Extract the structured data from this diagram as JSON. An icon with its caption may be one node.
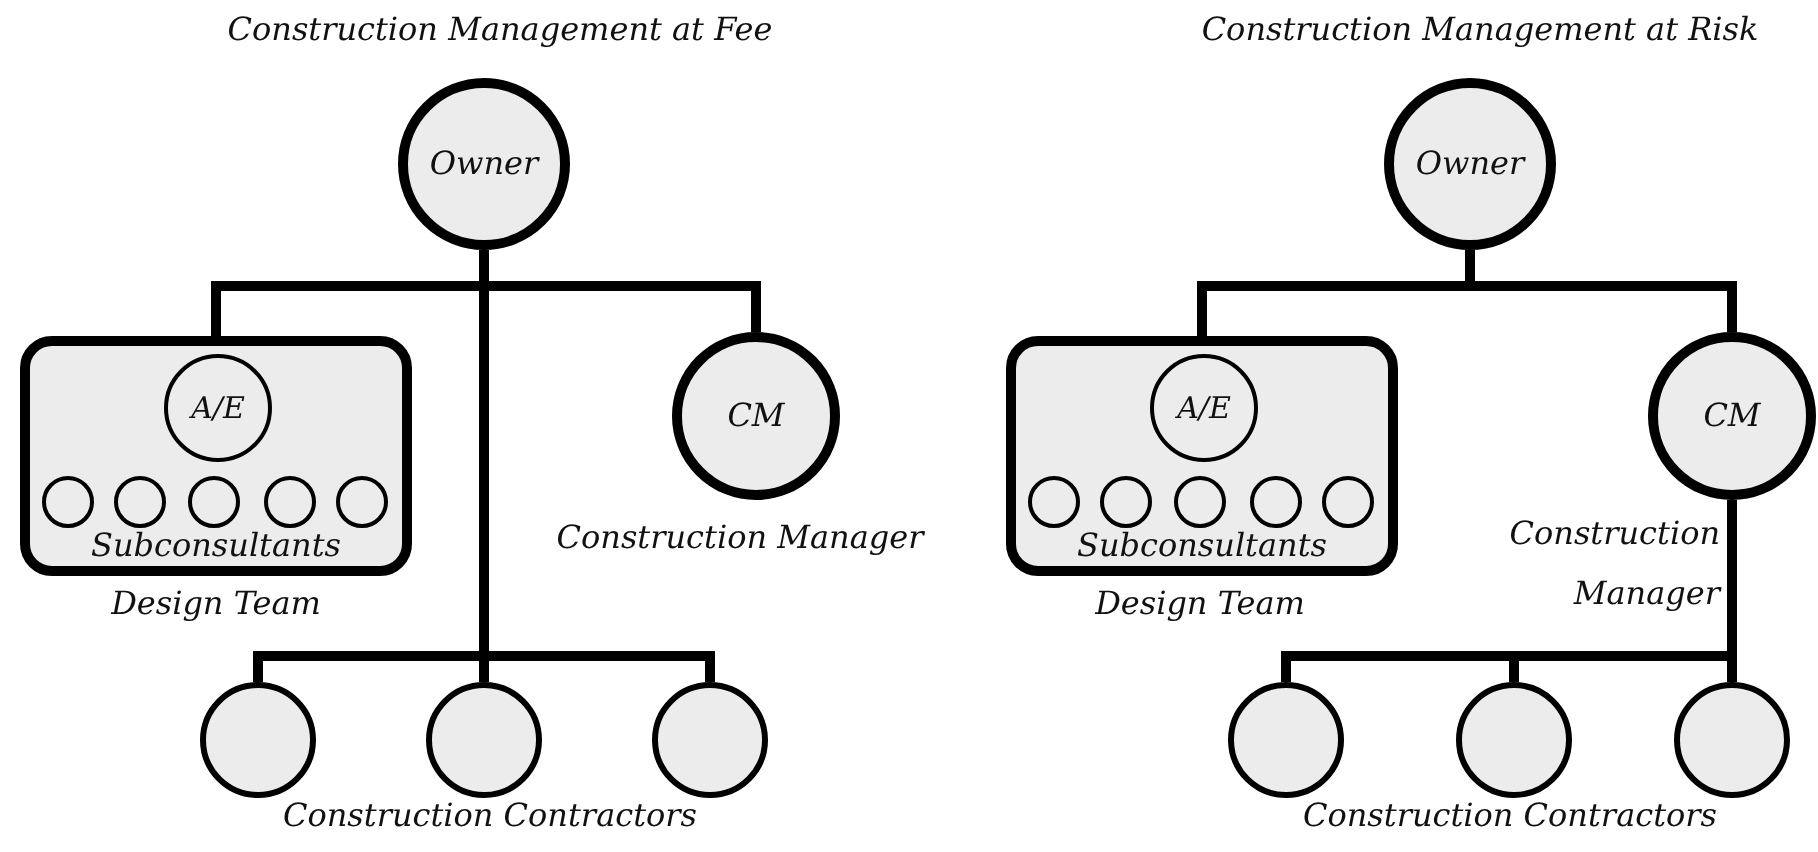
{
  "diagram": {
    "nodes": [
      {
        "text": [
          "Owner"
        ]
      },
      {
        "text": [
          "Subconsultants"
        ],
        "beside": [
          "Design Team"
        ]
      },
      {
        "text": [
          "A/E"
        ],
        "in": 1
      },
      {
        "text": [],
        "shape": "circle",
        "in": 1
      },
      {
        "text": [],
        "shape": "circle",
        "in": 1
      },
      {
        "text": [],
        "shape": "circle",
        "in": 1
      },
      {
        "text": [],
        "shape": "circle",
        "in": 1
      },
      {
        "text": [],
        "shape": "circle",
        "in": 1
      },
      {
        "text": [
          "CM"
        ],
        "beside": [
          "Construction Manager"
        ]
      },
      {
        "text": [],
        "shape": "circle"
      },
      {
        "text": [],
        "shape": "circle"
      },
      {
        "text": [],
        "shape": "circle"
      },
      {
        "text": [
          "Owner"
        ]
      },
      {
        "text": [
          "Subconsultants"
        ],
        "beside": [
          "Design Team"
        ]
      },
      {
        "text": [
          "A/E"
        ],
        "in": 13
      },
      {
        "text": [],
        "shape": "circle",
        "in": 13
      },
      {
        "text": [],
        "shape": "circle",
        "in": 13
      },
      {
        "text": [],
        "shape": "circle",
        "in": 13
      },
      {
        "text": [],
        "shape": "circle",
        "in": 13
      },
      {
        "text": [],
        "shape": "circle",
        "in": 13
      },
      {
        "text": [
          "CM"
        ],
        "beside": [
          "Construction Manager"
        ]
      },
      {
        "text": [],
        "shape": "circle"
      },
      {
        "text": [],
        "shape": "circle"
      },
      {
        "text": [],
        "shape": "circle"
      }
    ],
    "edges": [
      {
        "from": 0,
        "to": 1,
        "arrow": "none"
      },
      {
        "from": 0,
        "to": 8,
        "arrow": "none"
      },
      {
        "from": 0,
        "to": 9,
        "arrow": "none"
      },
      {
        "from": 0,
        "to": 10,
        "arrow": "none"
      },
      {
        "from": 0,
        "to": 11,
        "arrow": "none"
      },
      {
        "from": 12,
        "to": 13,
        "arrow": "none"
      },
      {
        "from": 12,
        "to": 20,
        "arrow": "none"
      },
      {
        "from": 20,
        "to": 21,
        "arrow": "none"
      },
      {
        "from": 20,
        "to": 22,
        "arrow": "none"
      },
      {
        "from": 20,
        "to": 23,
        "arrow": "none"
      }
    ],
    "labels": [
      "Construction Management at Fee",
      "Construction Management at Risk",
      "Construction Contractors",
      "Construction Contractors"
    ]
  }
}
